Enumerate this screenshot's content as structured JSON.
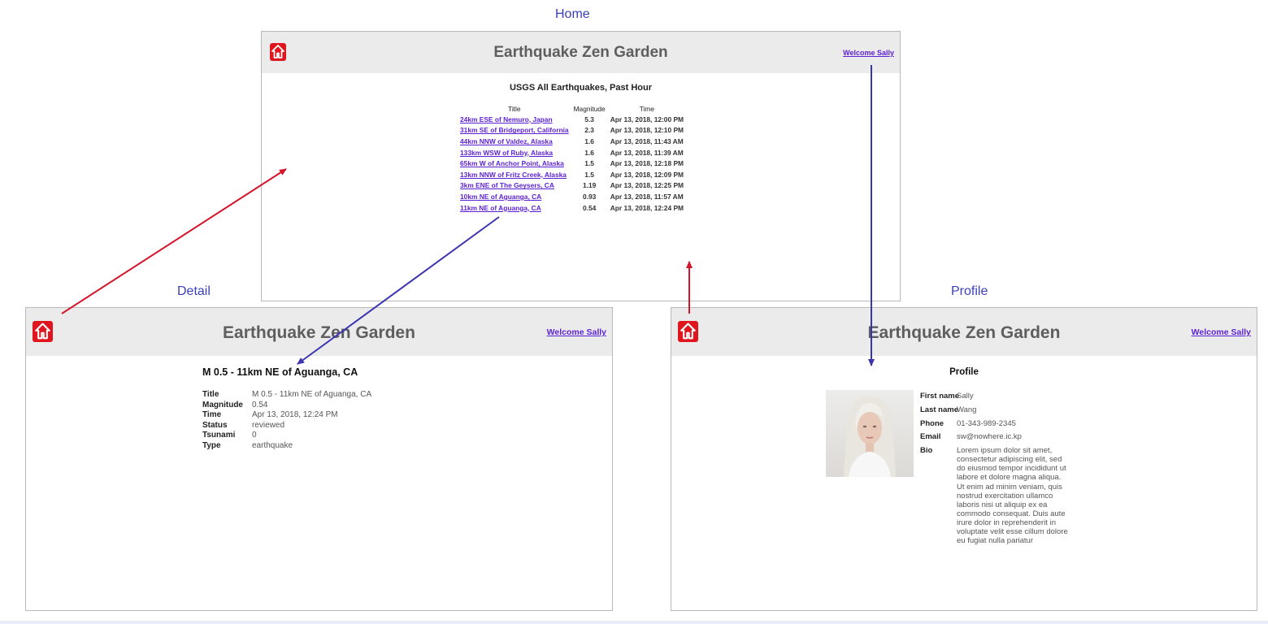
{
  "labels": {
    "home": "Home",
    "detail": "Detail",
    "profile": "Profile"
  },
  "app": {
    "title": "Earthquake Zen Garden",
    "welcome": "Welcome Sally",
    "logo_icon": "house-icon",
    "brand_color": "#e0161f",
    "link_color": "#5b1fd6"
  },
  "home": {
    "subtitle": "USGS All Earthquakes, Past Hour",
    "columns": [
      "Title",
      "Magnitude",
      "Time"
    ],
    "rows": [
      {
        "title": "24km ESE of Nemuro, Japan",
        "magnitude": "5.3",
        "time": "Apr 13, 2018, 12:00 PM"
      },
      {
        "title": "31km SE of Bridgeport, California",
        "magnitude": "2.3",
        "time": "Apr 13, 2018, 12:10 PM"
      },
      {
        "title": "44km NNW of Valdez, Alaska",
        "magnitude": "1.6",
        "time": "Apr 13, 2018, 11:43 AM"
      },
      {
        "title": "133km WSW of Ruby, Alaska",
        "magnitude": "1.6",
        "time": "Apr 13, 2018, 11:39 AM"
      },
      {
        "title": "65km W of Anchor Point, Alaska",
        "magnitude": "1.5",
        "time": "Apr 13, 2018, 12:18 PM"
      },
      {
        "title": "13km NNW of Fritz Creek, Alaska",
        "magnitude": "1.5",
        "time": "Apr 13, 2018, 12:09 PM"
      },
      {
        "title": "3km ENE of The Geysers, CA",
        "magnitude": "1.19",
        "time": "Apr 13, 2018, 12:25 PM"
      },
      {
        "title": "10km NE of Aguanga, CA",
        "magnitude": "0.93",
        "time": "Apr 13, 2018, 11:57 AM"
      },
      {
        "title": "11km NE of Aguanga, CA",
        "magnitude": "0.54",
        "time": "Apr 13, 2018, 12:24 PM"
      }
    ]
  },
  "detail": {
    "heading": "M 0.5 - 11km NE of Aguanga, CA",
    "fields": [
      {
        "key": "Title",
        "value": "M 0.5 - 11km NE of Aguanga, CA"
      },
      {
        "key": "Magnitude",
        "value": "0.54"
      },
      {
        "key": "Time",
        "value": "Apr 13, 2018, 12:24 PM"
      },
      {
        "key": "Status",
        "value": "reviewed"
      },
      {
        "key": "Tsunami",
        "value": "0"
      },
      {
        "key": "Type",
        "value": "earthquake"
      }
    ]
  },
  "profile": {
    "heading": "Profile",
    "photo_icon": "user-photo",
    "fields": [
      {
        "key": "First name",
        "value": "Sally"
      },
      {
        "key": "Last name",
        "value": "Wang"
      },
      {
        "key": "Phone",
        "value": "01-343-989-2345"
      },
      {
        "key": "Email",
        "value": "sw@nowhere.ic.kp"
      },
      {
        "key": "Bio",
        "value": "Lorem ipsum dolor sit amet, consectetur adipiscing elit, sed do eiusmod tempor incididunt ut labore et dolore magna aliqua. Ut enim ad minim veniam, quis nostrud exercitation ullamco laboris nisi ut aliquip ex ea commodo consequat. Duis aute irure dolor in reprehenderit in voluptate velit esse cillum dolore eu fugiat nulla pariatur"
      }
    ]
  },
  "arrow_colors": {
    "back": "#d4142a",
    "forward": "#3b33b0"
  }
}
